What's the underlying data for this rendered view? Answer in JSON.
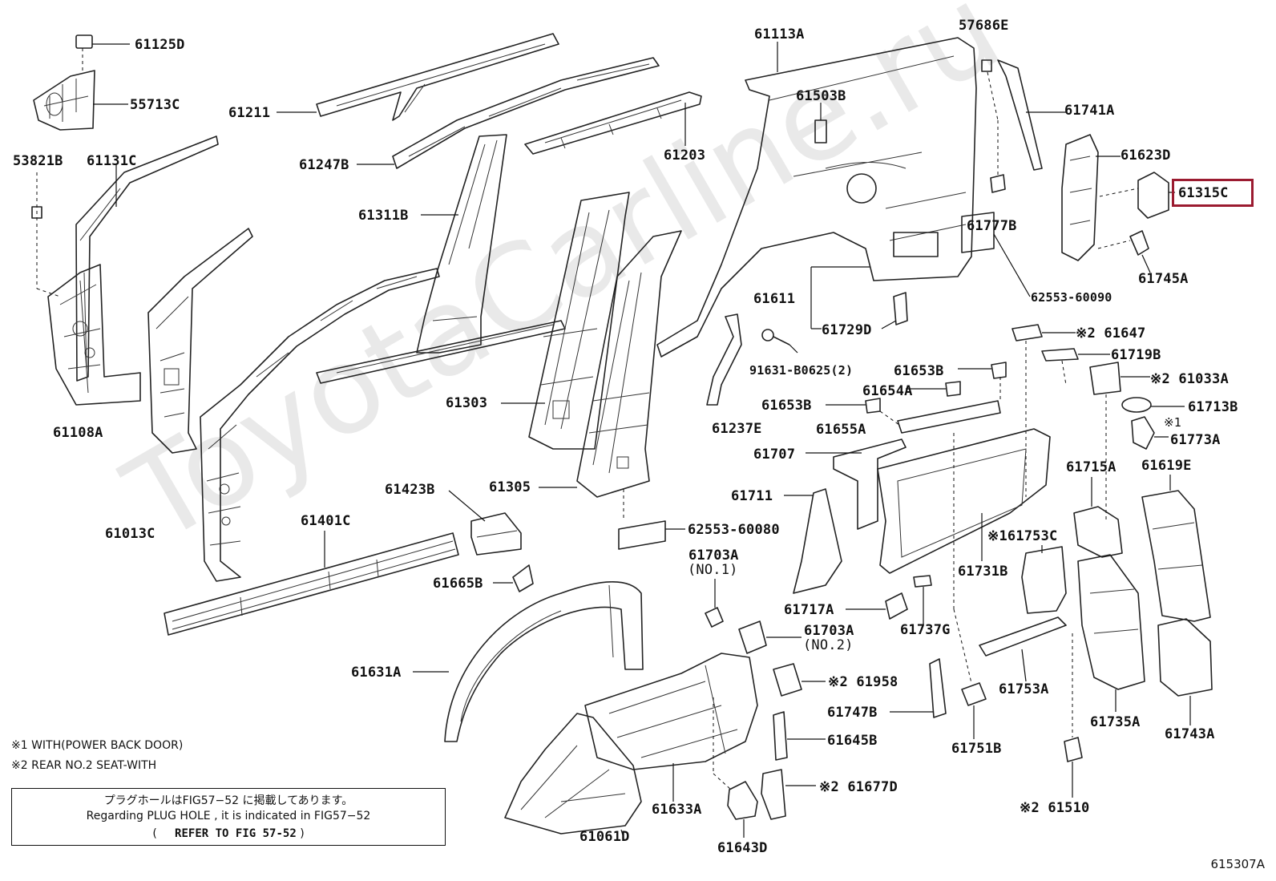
{
  "watermark": "ToyotaCarline.ru",
  "figure_number": "615307A",
  "notes": {
    "note1": "※1 WITH(POWER BACK DOOR)",
    "note2": "※2 REAR NO.2 SEAT-WITH"
  },
  "plug_hole_box": {
    "line1": "プラグホールはFIG57−52 に掲載してあります。",
    "line2": "Regarding PLUG HOLE , it is indicated in FIG57−52",
    "line3_open": "(",
    "line3_ref": "REFER TO FIG 57-52",
    "line3_close": ")"
  },
  "highlighted_part": "61315C",
  "highlight_color": "#9b1b30",
  "parts": {
    "p61125D": "61125D",
    "p55713C": "55713C",
    "p53821B": "53821B",
    "p61131C": "61131C",
    "p61108A": "61108A",
    "p61211": "61211",
    "p61247B": "61247B",
    "p61203": "61203",
    "p61311B": "61311B",
    "p61303": "61303",
    "p61305": "61305",
    "p61013C": "61013C",
    "p61401C": "61401C",
    "p61423B": "61423B",
    "p62553_60080": "62553-60080",
    "p61665B": "61665B",
    "p61631A": "61631A",
    "p61113A": "61113A",
    "p61503B": "61503B",
    "p57686E": "57686E",
    "p61741A": "61741A",
    "p61623D": "61623D",
    "p61315C": "61315C",
    "p61777B": "61777B",
    "p61745A": "61745A",
    "p61611": "61611",
    "p62553_60090": "62553-60090",
    "p61729D": "61729D",
    "p91631": "91631-B0625(2)",
    "p61647": "※2 61647",
    "p61719B": "61719B",
    "p61653B_a": "61653B",
    "p61654A": "61654A",
    "p61653B_b": "61653B",
    "p61655A": "61655A",
    "p61237E": "61237E",
    "p61033A": "※2 61033A",
    "p61713B": "61713B",
    "p61773A_mark": "※1",
    "p61773A": "61773A",
    "p61707": "61707",
    "p61711": "61711",
    "p61715A": "61715A",
    "p61619E": "61619E",
    "p61753C": "※161753C",
    "p61731B": "61731B",
    "p61703A_1": "61703A",
    "p61703A_1n": "(NO.1)",
    "p61717A": "61717A",
    "p61703A_2": "61703A",
    "p61703A_2n": "(NO.2)",
    "p61737G": "61737G",
    "p61753A": "61753A",
    "p61958": "※2 61958",
    "p61747B": "61747B",
    "p61751B": "61751B",
    "p61735A": "61735A",
    "p61743A": "61743A",
    "p61645B": "61645B",
    "p61677D": "※2 61677D",
    "p61633A": "61633A",
    "p61061D": "61061D",
    "p61643D": "61643D",
    "p61510": "※2 61510"
  }
}
